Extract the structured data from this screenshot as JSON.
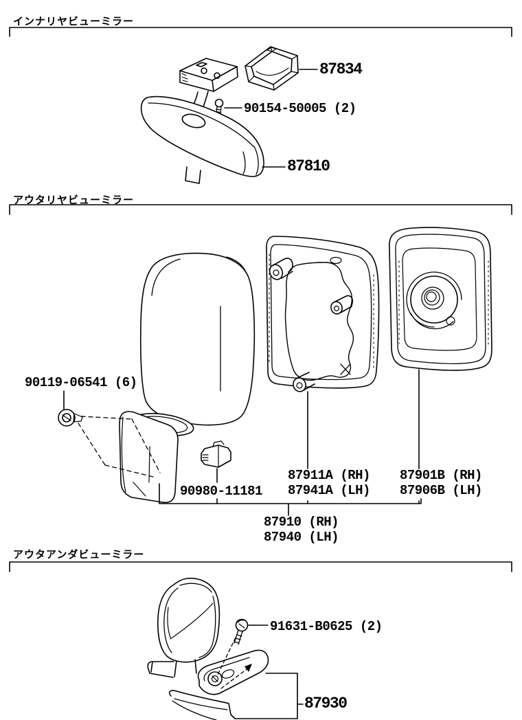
{
  "doc": {
    "bg": "#ffffff",
    "ink": "#000000"
  },
  "sections": [
    {
      "title": "インナリヤビューミラー",
      "parts": [
        {
          "id": "87834",
          "label": "87834"
        },
        {
          "id": "90154-50005",
          "label": "90154-50005 (2)"
        },
        {
          "id": "87810",
          "label": "87810"
        }
      ]
    },
    {
      "title": "アウタリヤビューミラー",
      "parts": [
        {
          "id": "90119-06541",
          "label": "90119-06541 (6)"
        },
        {
          "id": "90980-11181",
          "label": "90980-11181"
        },
        {
          "id": "87911A",
          "label": "87911A (RH)",
          "label2": "87941A (LH)"
        },
        {
          "id": "87901B",
          "label": "87901B (RH)",
          "label2": "87906B (LH)"
        },
        {
          "id": "87910",
          "label": "87910 (RH)",
          "label2": "87940 (LH)"
        }
      ]
    },
    {
      "title": "アウタアンダビューミラー",
      "parts": [
        {
          "id": "91631-B0625",
          "label": "91631-B0625 (2)"
        },
        {
          "id": "87930",
          "label": "87930"
        }
      ]
    }
  ]
}
